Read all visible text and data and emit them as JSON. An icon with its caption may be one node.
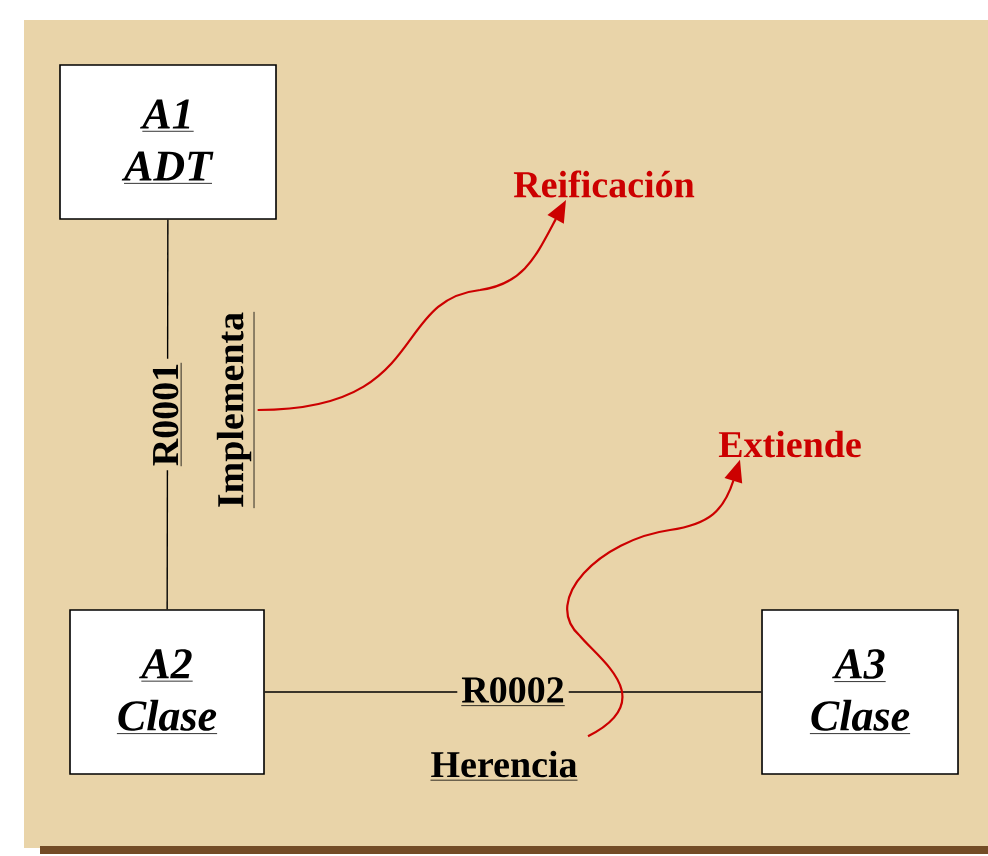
{
  "diagram": {
    "nodes": [
      {
        "text": [
          "A1",
          "ADT"
        ]
      },
      {
        "text": [
          "Reificación"
        ]
      },
      {
        "text": [
          "Implementa"
        ]
      },
      {
        "text": [
          "Extiende"
        ]
      },
      {
        "text": [
          "A2",
          "Clase"
        ]
      },
      {
        "text": [
          "Herencia"
        ]
      },
      {
        "text": [
          "A3",
          "Clase"
        ]
      }
    ],
    "edges": [
      {
        "from": 0,
        "to": 4,
        "arrow": "none",
        "label": "R0001"
      },
      {
        "from": 4,
        "to": 6,
        "arrow": "none",
        "label": "R0002"
      },
      {
        "from": 2,
        "to": 1,
        "arrow": "to",
        "color": "#cc0000"
      },
      {
        "from": 5,
        "to": 3,
        "arrow": "to",
        "color": "#cc0000"
      }
    ]
  }
}
